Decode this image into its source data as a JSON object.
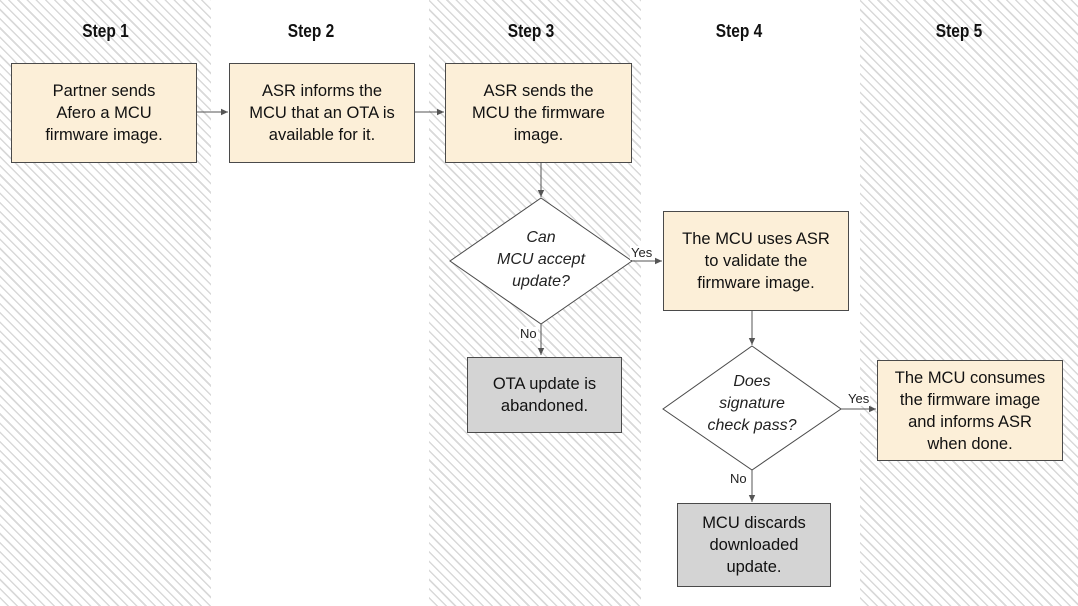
{
  "steps": [
    "Step 1",
    "Step 2",
    "Step 3",
    "Step 4",
    "Step 5"
  ],
  "nodes": {
    "partner_sends": "Partner sends\nAfero a MCU\nfirmware image.",
    "asr_informs": "ASR informs the\nMCU that an OTA is\navailable for it.",
    "asr_sends": "ASR sends the\nMCU the firmware\nimage.",
    "can_accept": "Can\nMCU accept\nupdate?",
    "ota_abandoned": "OTA update is\nabandoned.",
    "mcu_validates": "The MCU uses ASR\nto validate the\nfirmware image.",
    "signature_check": "Does\nsignature\ncheck pass?",
    "mcu_discards": "MCU discards\ndownloaded\nupdate.",
    "mcu_consumes": "The MCU consumes\nthe firmware image\nand informs ASR\nwhen done."
  },
  "edges": {
    "accept_yes": "Yes",
    "accept_no": "No",
    "signature_yes": "Yes",
    "signature_no": "No"
  },
  "colors": {
    "process_fill": "#fcefd8",
    "terminal_fill": "#d4d4d4",
    "hatch": "#d9d9d9",
    "line": "#4a4a4a"
  }
}
